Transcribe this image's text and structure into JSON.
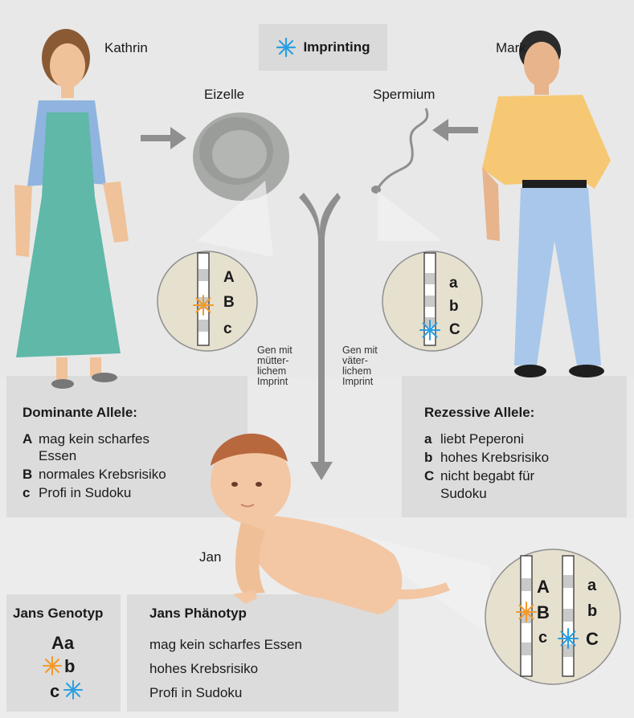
{
  "title": "Imprinting",
  "people": {
    "mother": "Kathrin",
    "father": "Mark",
    "child": "Jan"
  },
  "cells": {
    "egg": "Eizelle",
    "sperm": "Spermium"
  },
  "labels": {
    "maternal": [
      "Gen mit",
      "mütter-",
      "lichem",
      "Imprint"
    ],
    "paternal": [
      "Gen mit",
      "väter-",
      "lichem",
      "Imprint"
    ]
  },
  "maternal_alleles": [
    "A",
    "B",
    "c"
  ],
  "paternal_alleles": [
    "a",
    "b",
    "C"
  ],
  "dominant": {
    "title": "Dominante Allele:",
    "items": [
      {
        "key": "A",
        "text": "mag kein scharfes",
        "text2": "Essen"
      },
      {
        "key": "B",
        "text": "normales Krebsrisiko"
      },
      {
        "key": "c",
        "text": "Profi in Sudoku"
      }
    ]
  },
  "recessive": {
    "title": "Rezessive Allele:",
    "items": [
      {
        "key": "a",
        "text": "liebt Peperoni"
      },
      {
        "key": "b",
        "text": "hohes Krebsrisiko"
      },
      {
        "key": "C",
        "text": "nicht begabt für",
        "text2": "Sudoku"
      }
    ]
  },
  "genotype": {
    "title": "Jans Genotyp",
    "rows": [
      "Aa",
      "b",
      "c"
    ]
  },
  "phenotype": {
    "title": "Jans Phänotyp",
    "items": [
      "mag kein scharfes Essen",
      "hohes Krebsrisiko",
      "Profi in Sudoku"
    ]
  },
  "colors": {
    "maternal_mark": "#f39a2a",
    "paternal_mark": "#2c9fe0"
  }
}
